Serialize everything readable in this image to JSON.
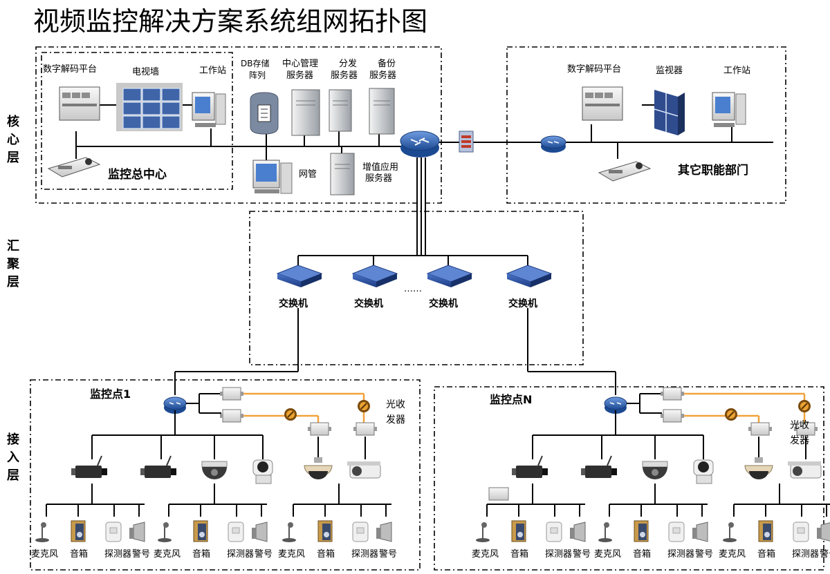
{
  "title": "视频监控解决方案系统组网拓扑图",
  "layers": {
    "core": "核心层",
    "aggregation": "汇聚层",
    "access": "接入层"
  },
  "core": {
    "hq_center": {
      "decoder": "数字解码平台",
      "tv_wall": "电视墙",
      "workstation": "工作站",
      "name": "监控总中心"
    },
    "db_storage": "DB存储阵列",
    "mgmt_server": "中心管理服务器",
    "dist_server": "分发服务器",
    "backup_server": "备份服务器",
    "netmgmt": "网管",
    "vas_server": "增值应用服务器",
    "other_dept": {
      "decoder": "数字解码平台",
      "monitor": "监视器",
      "workstation": "工作站",
      "name": "其它职能部门"
    }
  },
  "aggregation": {
    "switch": "交换机",
    "ellipsis": "……"
  },
  "access": {
    "site1": "监控点1",
    "siteN": "监控点N",
    "optical": "光收发器",
    "devices": [
      "麦克风",
      "音箱",
      "探测器",
      "警号"
    ]
  },
  "colors": {
    "fiber": "#f2a23a",
    "router": "#2d5fa6",
    "switch": "#2b4fa0"
  }
}
